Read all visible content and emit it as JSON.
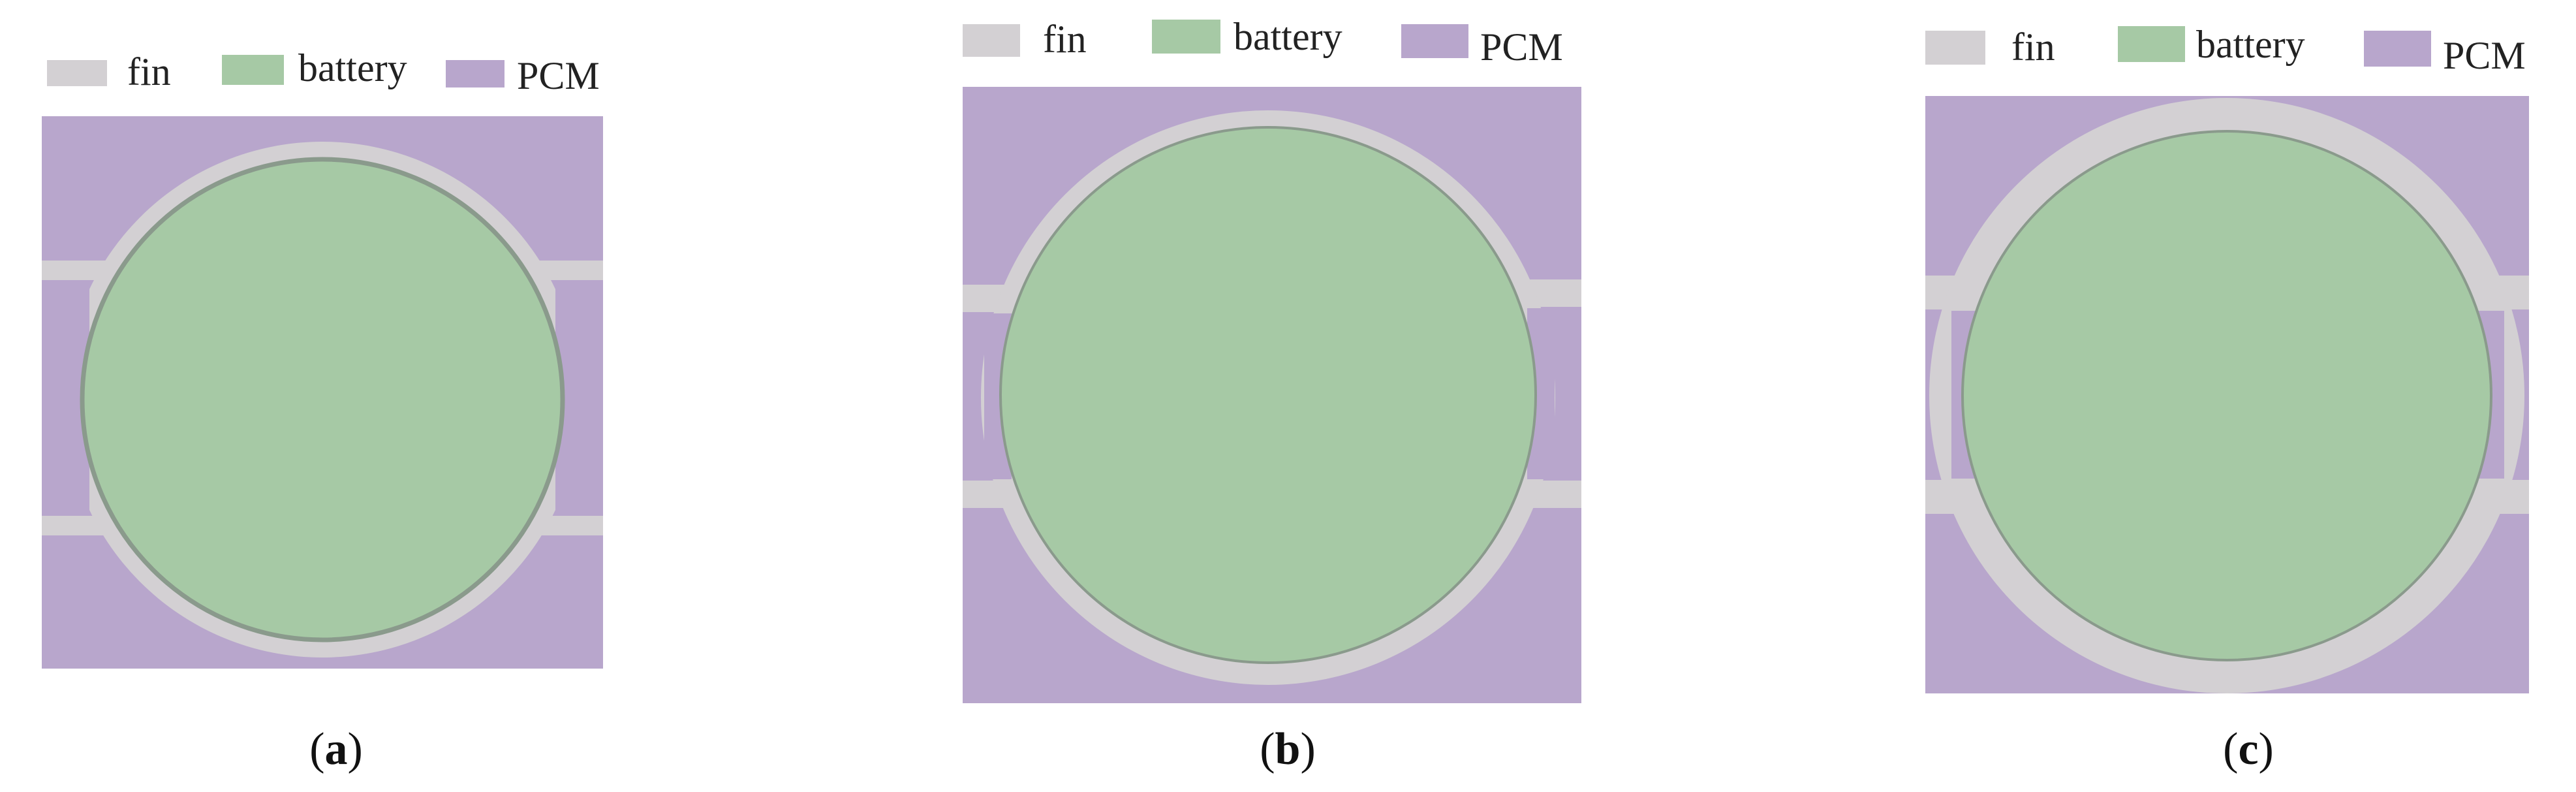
{
  "colors": {
    "fin": "#d3d0d3",
    "battery": "#a6c9a5",
    "pcm": "#b8a6cc",
    "battery_edge": "#8a9a8c"
  },
  "legend": {
    "fin_label": "fin",
    "battery_label": "battery",
    "pcm_label": "PCM"
  },
  "panels": [
    {
      "caption_open": "(",
      "caption_letter": "a",
      "caption_close": ")"
    },
    {
      "caption_open": "(",
      "caption_letter": "b",
      "caption_close": ")"
    },
    {
      "caption_open": "(",
      "caption_letter": "c",
      "caption_close": ")"
    }
  ]
}
